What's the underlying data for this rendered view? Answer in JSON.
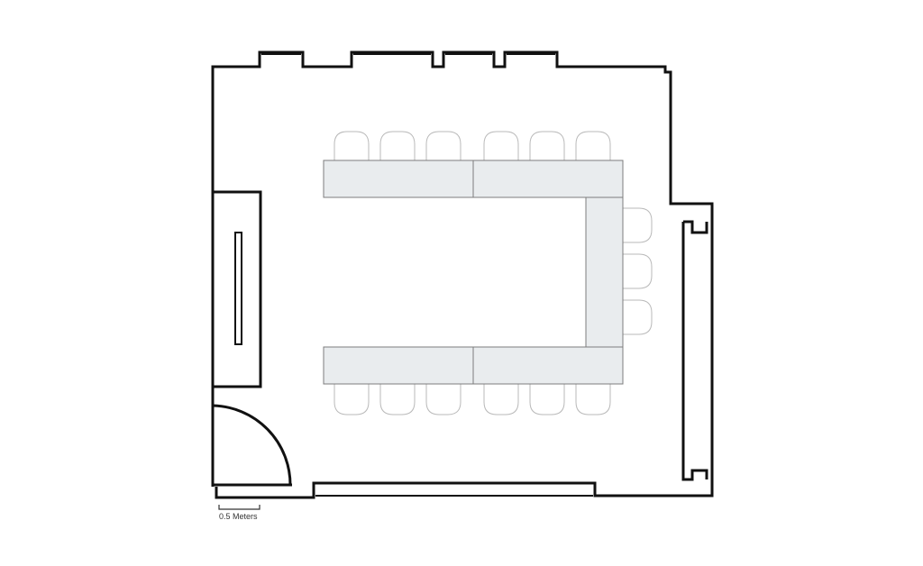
{
  "scale_bar": {
    "label": "0.5 Meters"
  },
  "colors": {
    "wall": "#111111",
    "table_fill": "#e9ecee",
    "table_stroke": "#7d7d7d",
    "chair_stroke": "#b9b9b9"
  },
  "layout_type": "u-shape",
  "tables": {
    "count": 5
  },
  "chairs": {
    "count": 15
  }
}
